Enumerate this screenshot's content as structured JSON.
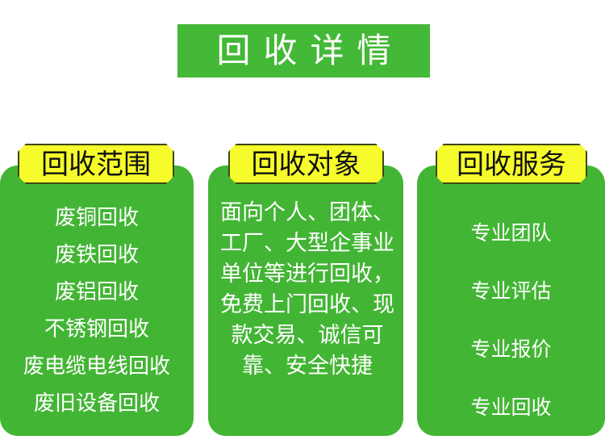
{
  "title": "回收详情",
  "colors": {
    "green": "#44b837",
    "label_yellow": "#f6fb2b"
  },
  "panels": [
    {
      "label": "回收范围",
      "items": [
        "废铜回收",
        "废铁回收",
        "废铝回收",
        "不锈钢回收",
        "废电缆电线回收",
        "废旧设备回收"
      ]
    },
    {
      "label": "回收对象",
      "text": "面向个人、团体、工厂、大型企事业单位等进行回收，免费上门回收、现款交易、诚信可靠、安全快捷"
    },
    {
      "label": "回收服务",
      "items": [
        "专业团队",
        "专业评估",
        "专业报价",
        "专业回收"
      ]
    }
  ]
}
